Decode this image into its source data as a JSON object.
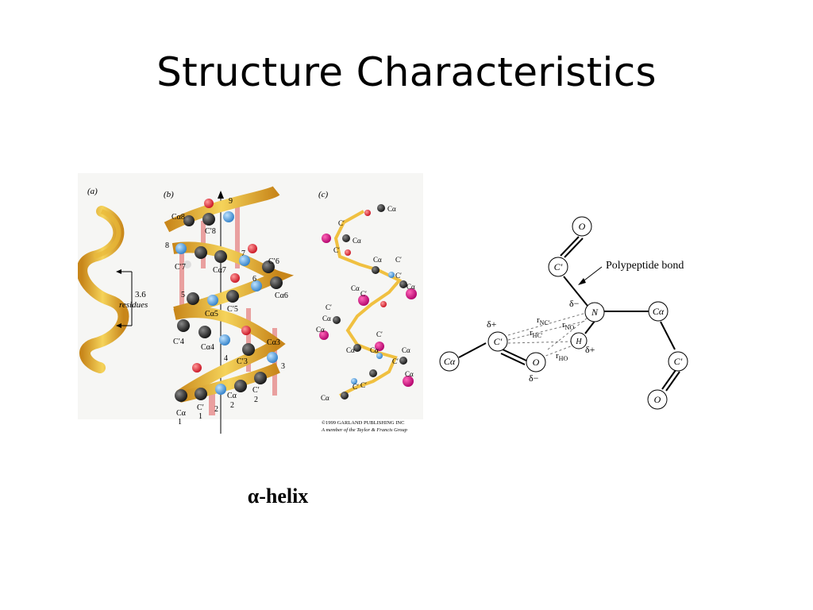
{
  "slide": {
    "title": "Structure Characteristics",
    "caption": "α-helix"
  },
  "helix_figure": {
    "panel_a": {
      "label": "(a)",
      "residue_count": "3.6",
      "residue_word": "residues"
    },
    "panel_b": {
      "label": "(b)",
      "atoms": [
        "Cα8",
        "C′8",
        "9",
        "8",
        "C′7",
        "Cα7",
        "7",
        "C′6",
        "6",
        "Cα6",
        "5",
        "Cα5",
        "C′5",
        "C′4",
        "Cα4",
        "C′3",
        "Cα3",
        "3",
        "4",
        "Cα",
        "2",
        "C′",
        "2",
        "Cα",
        "1",
        "C′",
        "1",
        "2"
      ]
    },
    "panel_c": {
      "label": "(c)",
      "labels": [
        "Cα",
        "C′",
        "Cα",
        "C′",
        "Cα",
        "C′",
        "Cα",
        "C′",
        "Cα",
        "C′",
        "Cα",
        "C′",
        "Cα",
        "Cα",
        "C′",
        "Cα",
        "Cα",
        "C′",
        "Cα",
        "C′",
        "Cα",
        "C′"
      ],
      "copyright": "©1999 GARLAND PUBLISHING INC",
      "publisher_note": "A member of the Taylor & Francis Group"
    }
  },
  "bond_diagram": {
    "atom_O_top": "O",
    "atom_C_top": "C′",
    "atom_N": "N",
    "atom_Ca_right": "Cα",
    "atom_C_right": "C′",
    "atom_O_right": "O",
    "atom_C_left": "C′",
    "atom_O_left": "O",
    "atom_Ca_left": "Cα",
    "atom_H": "H",
    "polypeptide_label": "Polypeptide bond",
    "delta_minus": "δ−",
    "delta_plus": "δ+",
    "r_nc": "r",
    "r_nc_sub": "NC′",
    "r_no": "r",
    "r_no_sub": "NO",
    "r_hc": "r",
    "r_hc_sub": "HC′",
    "r_ho": "r",
    "r_ho_sub": "HO"
  }
}
